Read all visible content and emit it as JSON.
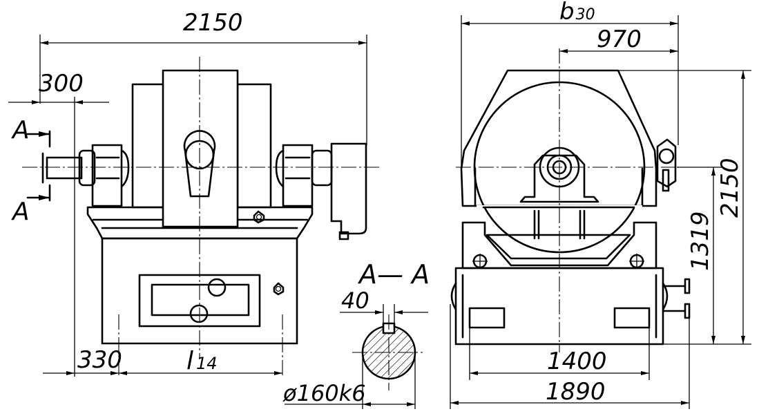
{
  "dimensions": {
    "overall_width": "2150",
    "shaft_offset": "300",
    "left_base_offset": "330",
    "bolt_spacing": "l",
    "bolt_spacing_sub": "14",
    "side_overall": "b",
    "side_overall_sub": "30",
    "side_half": "970",
    "overall_height": "2150",
    "axis_height": "1319",
    "foot_spacing": "1400",
    "base_length": "1890",
    "shaft_diameter": "ø160k6",
    "keyway": "40"
  },
  "labels": {
    "section_mark_top": "A",
    "section_mark_bottom": "A",
    "section_title": "A— A"
  }
}
